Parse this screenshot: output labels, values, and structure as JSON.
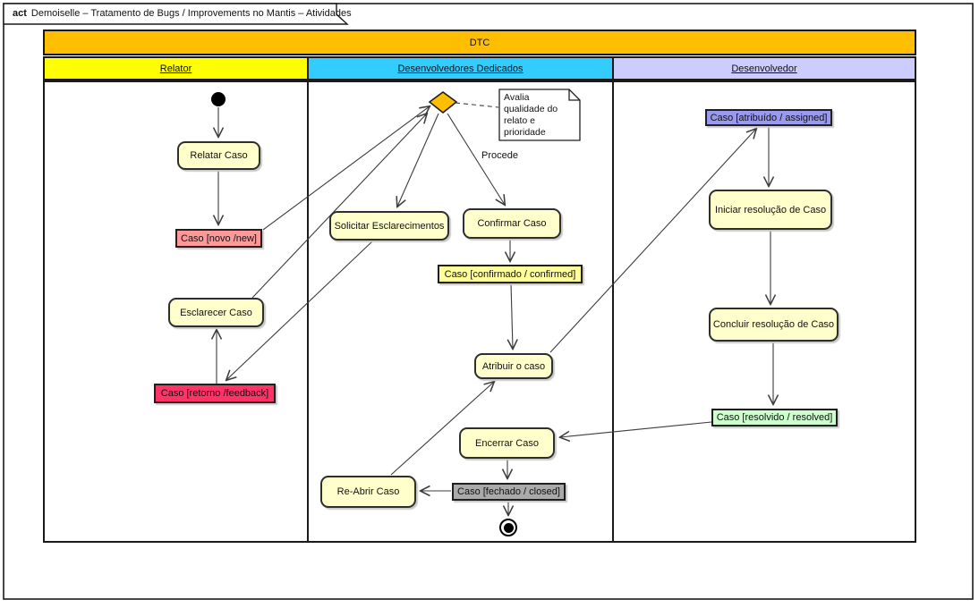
{
  "frame": {
    "keyword": "act",
    "title": "Demoiselle – Tratamento de Bugs / Improvements no Mantis – Atividades"
  },
  "pool": {
    "label": "DTC"
  },
  "lanes": [
    {
      "label": "Relator"
    },
    {
      "label": "Desenvolvedores Dedicados"
    },
    {
      "label": "Desenvolvedor"
    }
  ],
  "actions": {
    "relatar": "Relatar Caso",
    "esclarecer": "Esclarecer Caso",
    "solicitar": "Solicitar Esclarecimentos",
    "confirmar": "Confirmar Caso",
    "atribuir": "Atribuir o caso",
    "encerrar": "Encerrar Caso",
    "reabrir": "Re-Abrir Caso",
    "iniciar": "Iniciar resolução de Caso",
    "concluir": "Concluir resolução de Caso"
  },
  "objects": {
    "novo": "Caso [novo /new]",
    "retorno": "Caso [retorno /feedback]",
    "confirmado": "Caso [confirmado / confirmed]",
    "fechado": "Caso [fechado / closed]",
    "atribuido": "Caso [atribuído / assigned]",
    "resolvido": "Caso [resolvido / resolved]"
  },
  "note": {
    "text": "Avalia\nqualidade do\nrelato e\nprioridade"
  },
  "edge_labels": {
    "procede": "Procede"
  },
  "colors": {
    "pool_header": "#FFBF00",
    "lane_relator": "#FFFF00",
    "lane_dedicados": "#33CCFF",
    "lane_desenvolvedor": "#CCCCFF",
    "action_fill": "#FFFFCC",
    "decision_fill": "#FFBF00",
    "object_novo": "#FF9999",
    "object_retorno": "#FF3366",
    "object_confirmado": "#FFFF99",
    "object_fechado": "#AAAAAA",
    "object_atribuido": "#9999EE",
    "object_resolvido": "#CCFFCC",
    "edge_stroke": "#3c3c3c"
  }
}
